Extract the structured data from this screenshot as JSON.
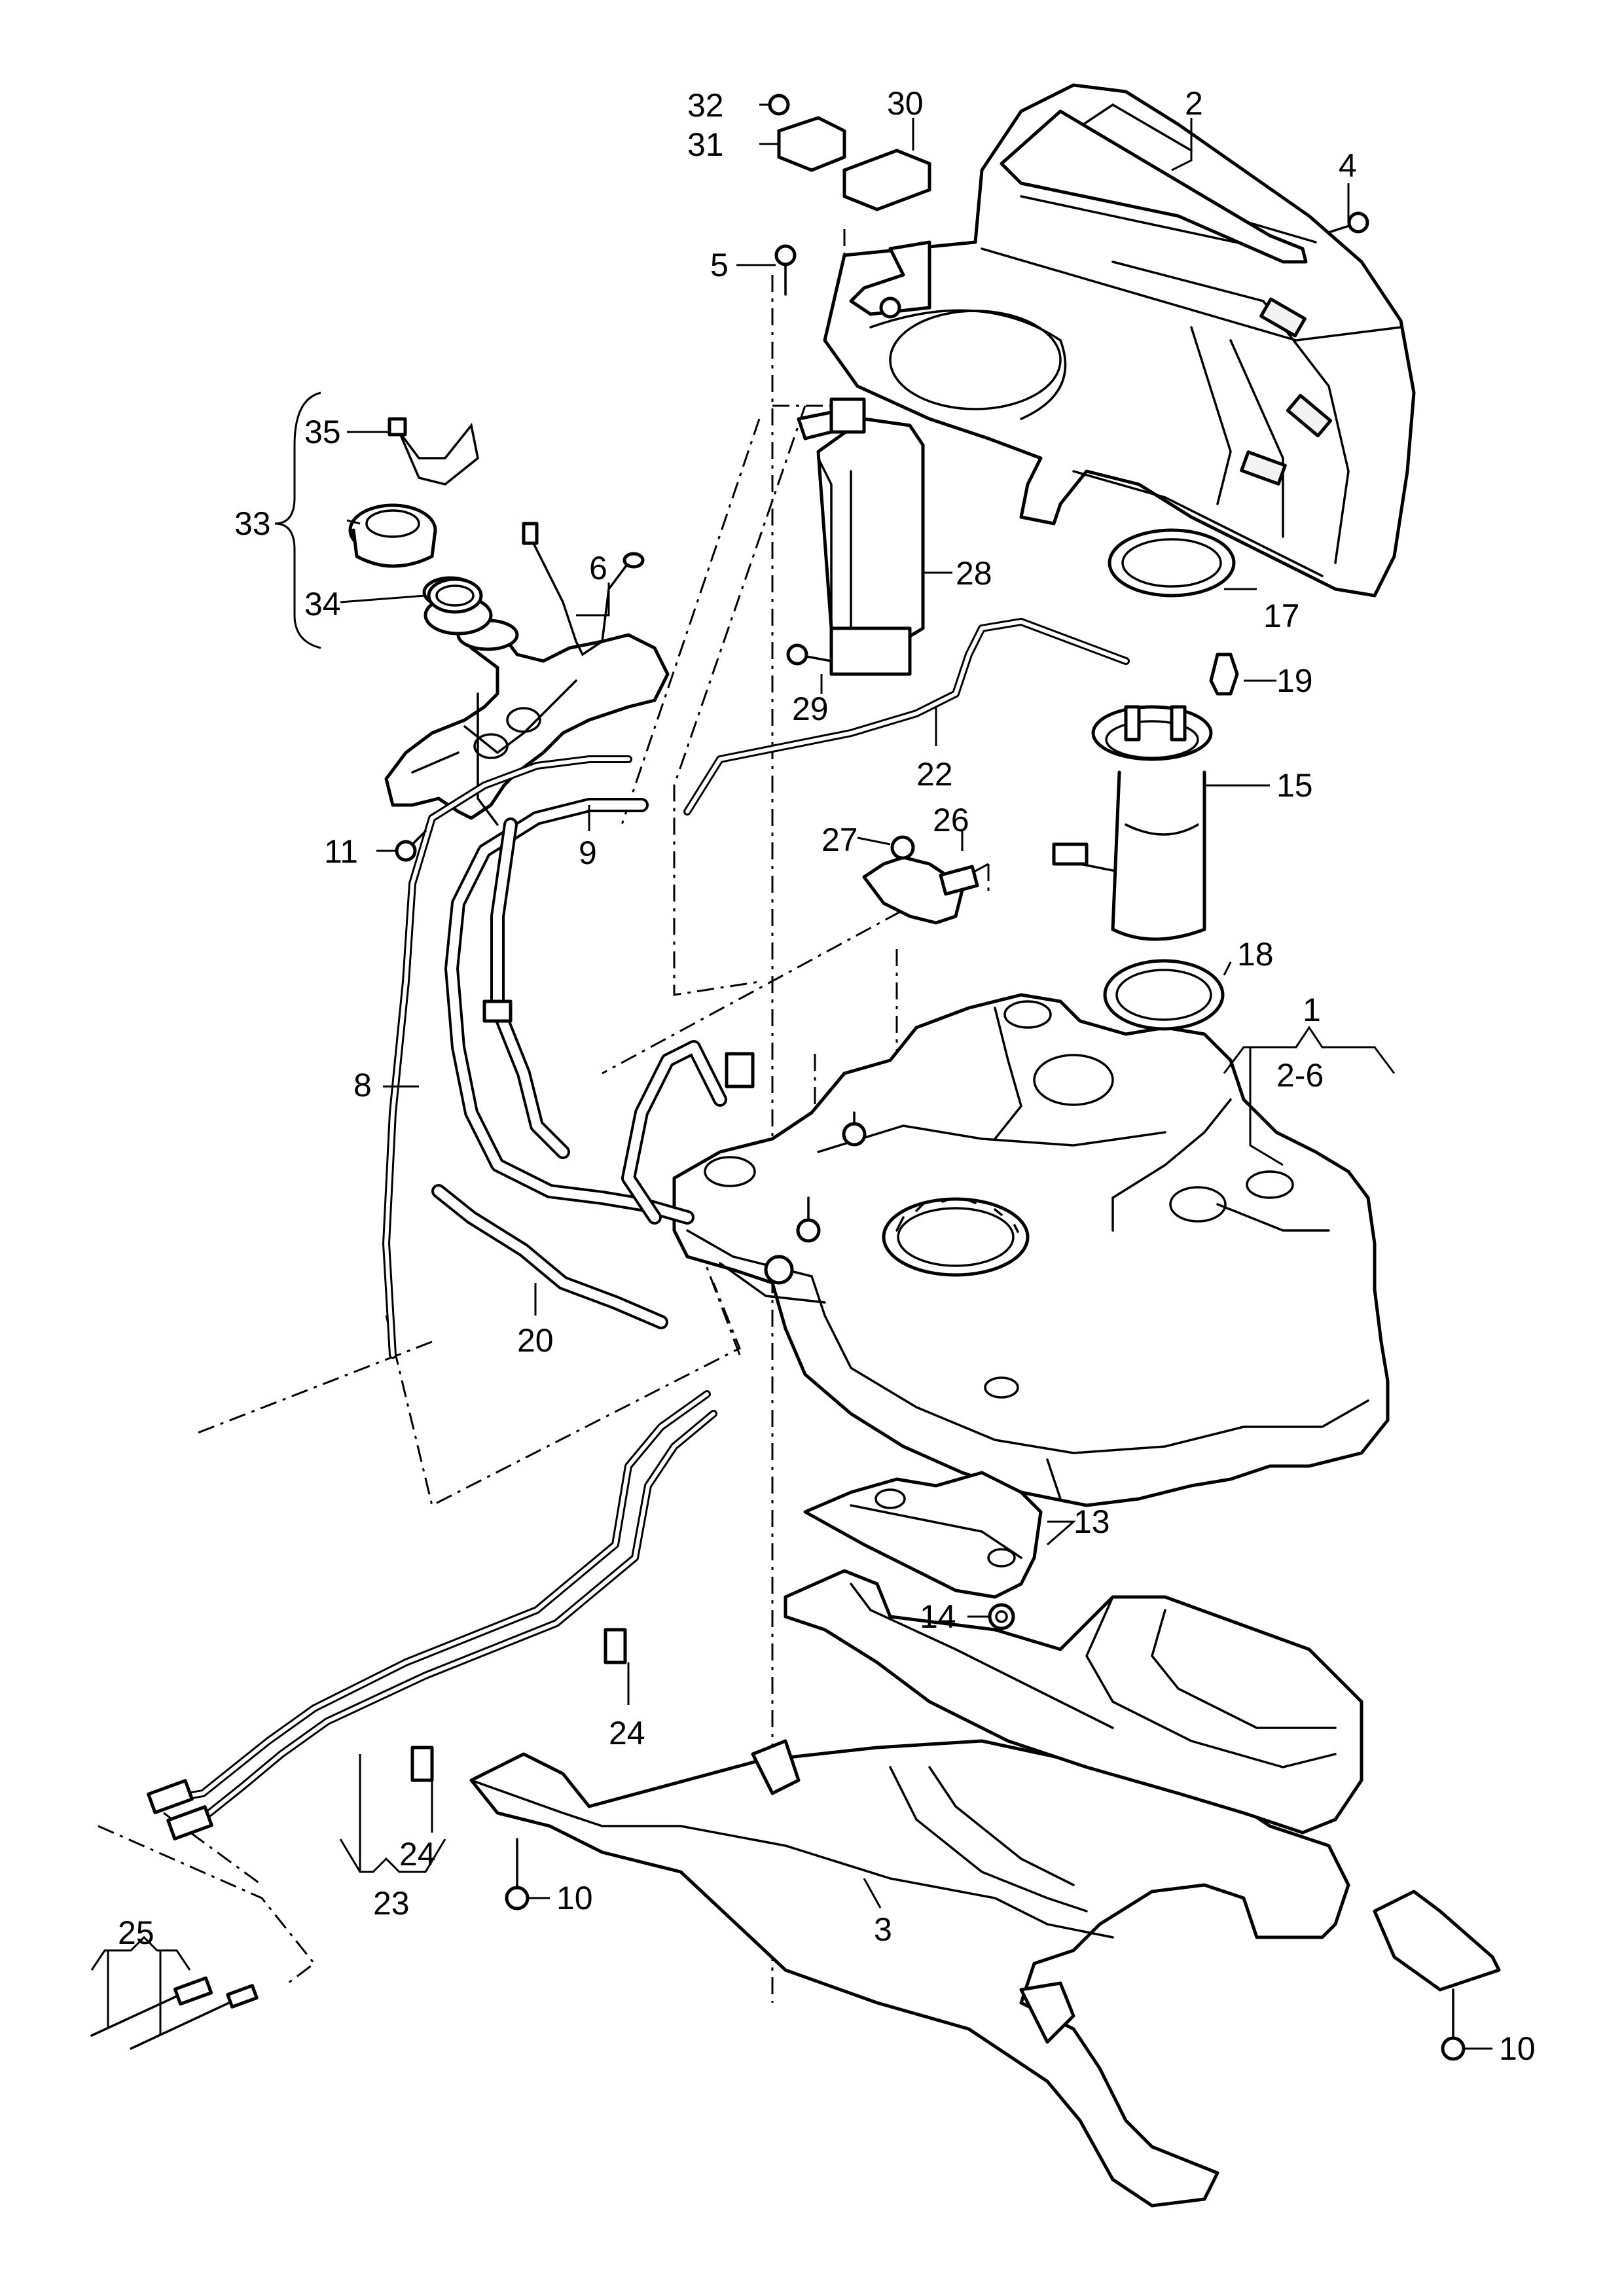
{
  "diagram": {
    "labels": [
      {
        "id": "lbl-1",
        "text": "1"
      },
      {
        "id": "lbl-2-6",
        "text": "2-6"
      },
      {
        "id": "lbl-2",
        "text": "2"
      },
      {
        "id": "lbl-3",
        "text": "3"
      },
      {
        "id": "lbl-4",
        "text": "4"
      },
      {
        "id": "lbl-5",
        "text": "5"
      },
      {
        "id": "lbl-6",
        "text": "6"
      },
      {
        "id": "lbl-8",
        "text": "8"
      },
      {
        "id": "lbl-9",
        "text": "9"
      },
      {
        "id": "lbl-10a",
        "text": "10"
      },
      {
        "id": "lbl-10b",
        "text": "10"
      },
      {
        "id": "lbl-11",
        "text": "11"
      },
      {
        "id": "lbl-13",
        "text": "13"
      },
      {
        "id": "lbl-14",
        "text": "14"
      },
      {
        "id": "lbl-15",
        "text": "15"
      },
      {
        "id": "lbl-17",
        "text": "17"
      },
      {
        "id": "lbl-18",
        "text": "18"
      },
      {
        "id": "lbl-19",
        "text": "19"
      },
      {
        "id": "lbl-20",
        "text": "20"
      },
      {
        "id": "lbl-22",
        "text": "22"
      },
      {
        "id": "lbl-23",
        "text": "23"
      },
      {
        "id": "lbl-24a",
        "text": "24"
      },
      {
        "id": "lbl-24b",
        "text": "24"
      },
      {
        "id": "lbl-25",
        "text": "25"
      },
      {
        "id": "lbl-26",
        "text": "26"
      },
      {
        "id": "lbl-27",
        "text": "27"
      },
      {
        "id": "lbl-28",
        "text": "28"
      },
      {
        "id": "lbl-29",
        "text": "29"
      },
      {
        "id": "lbl-30",
        "text": "30"
      },
      {
        "id": "lbl-31",
        "text": "31"
      },
      {
        "id": "lbl-32",
        "text": "32"
      },
      {
        "id": "lbl-33",
        "text": "33"
      },
      {
        "id": "lbl-34",
        "text": "34"
      },
      {
        "id": "lbl-35",
        "text": "35"
      }
    ]
  }
}
